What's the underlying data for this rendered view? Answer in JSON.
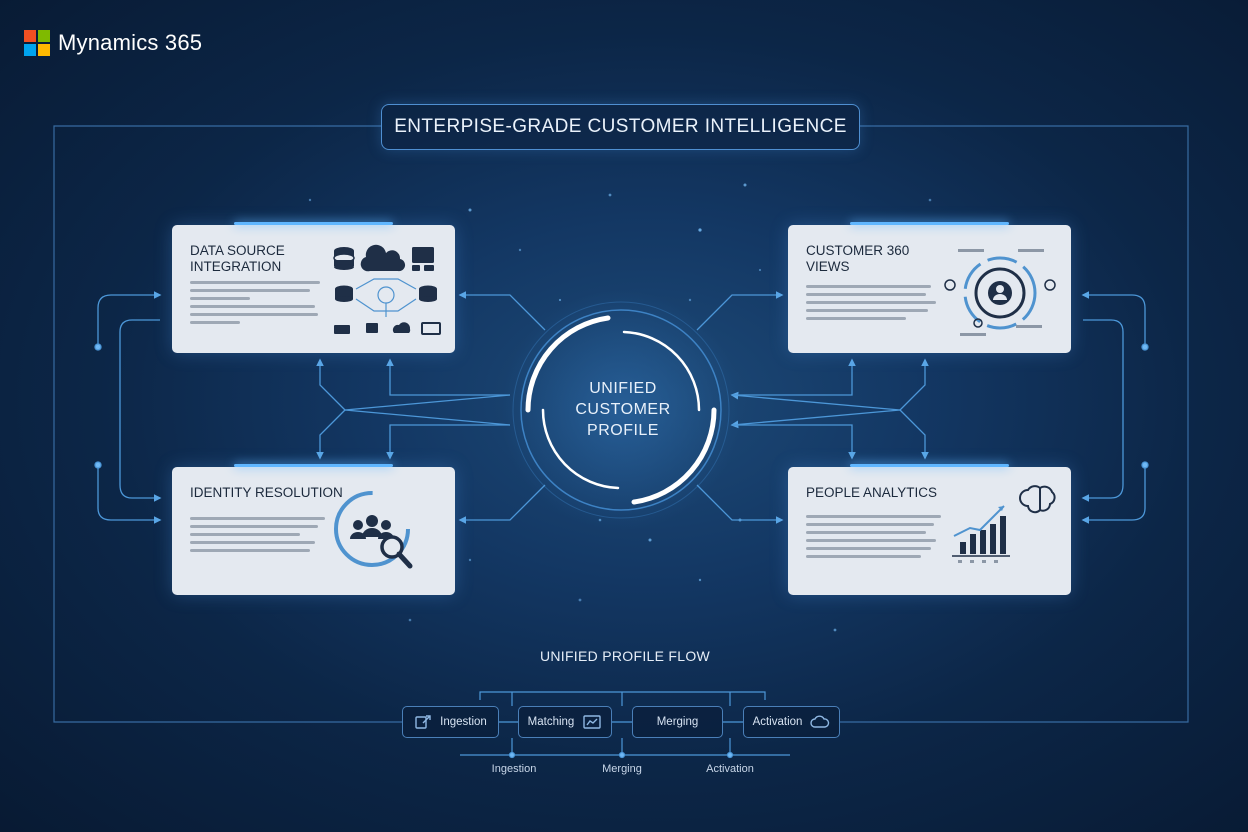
{
  "brand": {
    "name": "Mynamics 365"
  },
  "title": "ENTERPISE-GRADE CUSTOMER INTELLIGENCE",
  "hub": {
    "line1": "UNIFIED",
    "line2": "CUSTOMER",
    "line3": "PROFILE"
  },
  "cards": {
    "data_source": {
      "line1": "DATA SOURCE",
      "line2": "INTEGRATION"
    },
    "customer360": {
      "line1": "CUSTOMER 360",
      "line2": "VIEWS"
    },
    "identity": {
      "line1": "IDENTITY RESOLUTION"
    },
    "analytics": {
      "line1": "PEOPLE ANALYTICS"
    }
  },
  "flow": {
    "title": "UNIFIED PROFILE FLOW",
    "steps": [
      "Ingestion",
      "Matching",
      "Merging",
      "Activation"
    ],
    "labels": [
      "Ingestion",
      "Merging",
      "Activation"
    ]
  },
  "colors": {
    "accent": "#5fb6ff",
    "card_bg": "#e4e9f0",
    "icon_dark": "#1f2f47"
  }
}
